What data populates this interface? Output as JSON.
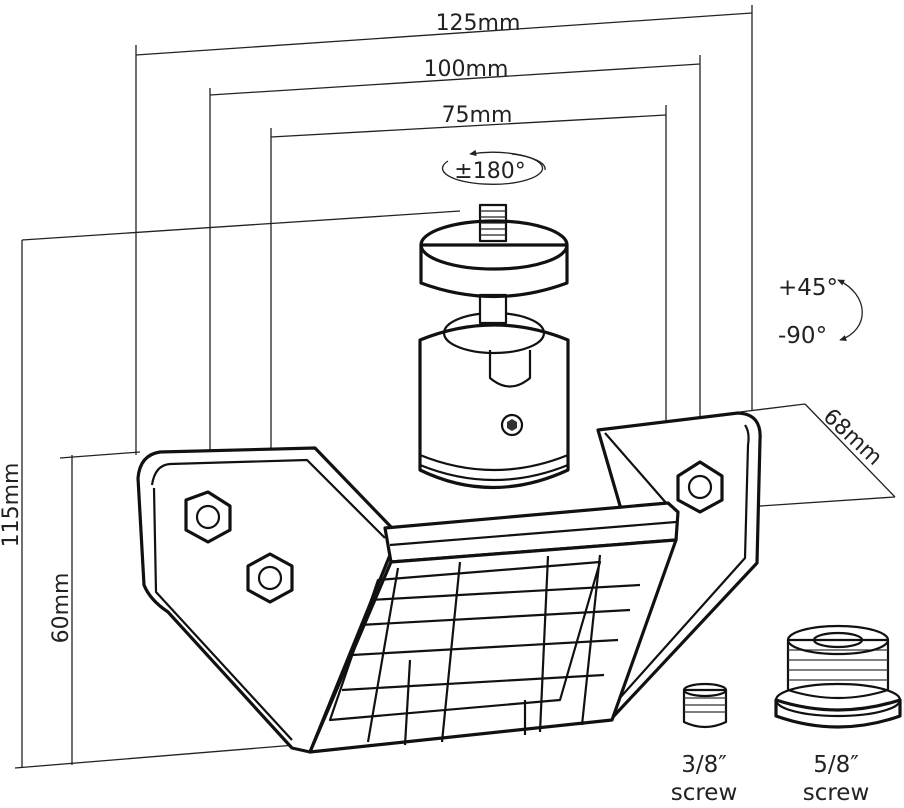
{
  "dimensions": {
    "width_125": "125mm",
    "width_100": "100mm",
    "width_75": "75mm",
    "rotation": "±180°",
    "tilt_up": "+45°",
    "tilt_down": "-90°",
    "depth": "68mm",
    "height_total": "115mm",
    "height_base": "60mm"
  },
  "accessories": {
    "small_adapter_size": "3/8″",
    "small_adapter_label": "screw",
    "large_adapter_size": "5/8″",
    "large_adapter_label": "screw"
  }
}
